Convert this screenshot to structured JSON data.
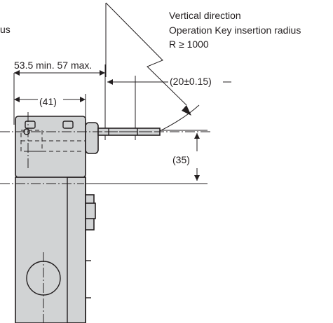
{
  "labels": {
    "truncated_left": "us",
    "vertical_line1": "Vertical direction",
    "vertical_line2": "Operation Key insertion radius",
    "vertical_line3": "R ≥ 1000",
    "dim_overall": "53.5 min. 57 max.",
    "dim_key": "(20±0.15)",
    "dim_41": "(41)",
    "dim_35": "(35)"
  },
  "colors": {
    "body_fill": "#d1d3d4",
    "line": "#231f20",
    "background": "#ffffff"
  }
}
